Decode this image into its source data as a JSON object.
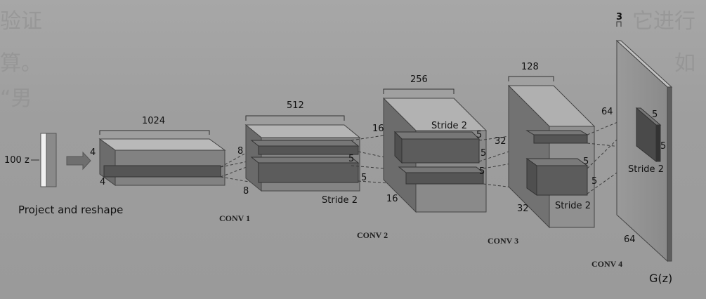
{
  "background_text": [
    "验证",
    "它进行",
    "算。",
    "如",
    "“男"
  ],
  "input": {
    "label": "100 z",
    "caption": "Project and reshape"
  },
  "project": {
    "depth_label": "1024",
    "height_label": "4",
    "width_label": "4"
  },
  "conv1": {
    "depth_label": "512",
    "height_label": "8",
    "width_label": "8",
    "stride": "Stride 2",
    "kernel_a": "5",
    "kernel_b": "5",
    "caption": "CONV 1"
  },
  "conv2": {
    "depth_label": "256",
    "height_label": "16",
    "width_label": "16",
    "stride": "Stride 2",
    "kernel_a": "5",
    "kernel_b": "5",
    "kernel_c": "5",
    "caption": "CONV 2"
  },
  "conv3": {
    "depth_label": "128",
    "height_label": "32",
    "width_label": "32",
    "stride": "Stride 2",
    "kernel_a": "5",
    "kernel_b": "5",
    "caption": "CONV 3"
  },
  "conv4": {
    "depth_label": "3",
    "height_label": "64",
    "width_label": "64",
    "stride": "Stride 2",
    "kernel_a": "5",
    "kernel_b": "5",
    "caption": "CONV 4"
  },
  "output": {
    "label": "G(z)"
  },
  "colors": {
    "block_front": "#828282",
    "block_top": "#b9b9b9",
    "block_side": "#6c6c6c",
    "filter": "#555555",
    "line": "#3a3a3a"
  }
}
